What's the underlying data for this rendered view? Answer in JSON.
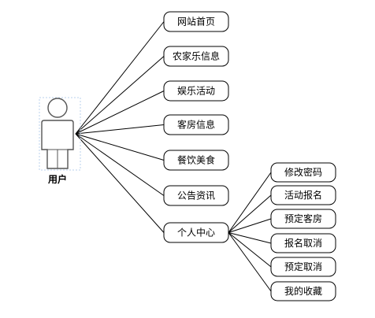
{
  "actor": {
    "label": "用户"
  },
  "modules": [
    {
      "label": "网站首页"
    },
    {
      "label": "农家乐信息"
    },
    {
      "label": "娱乐活动"
    },
    {
      "label": "客房信息"
    },
    {
      "label": "餐饮美食"
    },
    {
      "label": "公告资讯"
    },
    {
      "label": "个人中心"
    }
  ],
  "sub_modules": [
    {
      "label": "修改密码"
    },
    {
      "label": "活动报名"
    },
    {
      "label": "预定客房"
    },
    {
      "label": "报名取消"
    },
    {
      "label": "预定取消"
    },
    {
      "label": "我的收藏"
    }
  ]
}
